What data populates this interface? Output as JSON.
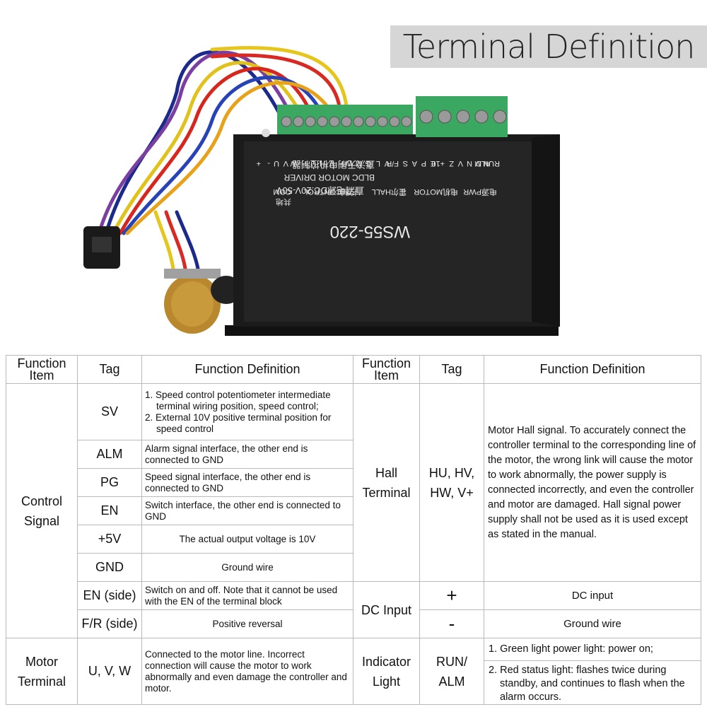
{
  "banner": {
    "title": "Terminal Definition"
  },
  "device": {
    "model": "WS55-220",
    "name_cn": "直流无刷电机控制器",
    "name_en": "BLDC MOTOR DRIVER",
    "power_spec": "直流电源DC:20V-50V",
    "terminal_labels": [
      "RUN",
      "ALM",
      "D",
      "N",
      "V",
      "Z",
      "+10",
      "E",
      "P",
      "A",
      "S",
      "F/R",
      "V",
      "L",
      "G",
      "M",
      "W",
      "H",
      "V",
      "H",
      "U",
      "H",
      "W",
      "V",
      "U",
      "-",
      "+"
    ],
    "group_labels": {
      "com": "COM",
      "com_cn": "共地",
      "control": "控制CONTROL",
      "hall": "霍尔HALL",
      "motor": "电机MOTOR",
      "pwr": "电源PWR"
    }
  },
  "table": {
    "headers": {
      "function_item": "Function Item",
      "tag": "Tag",
      "function_definition": "Function Definition"
    },
    "left": {
      "control_signal": "Control Signal",
      "motor_terminal": "Motor Terminal",
      "rows": [
        {
          "tag": "SV",
          "def": [
            "1. Speed control potentiometer intermediate terminal wiring position, speed control;",
            "2. External 10V positive terminal position for speed control"
          ]
        },
        {
          "tag": "ALM",
          "def": "Alarm signal interface, the other end is connected to GND"
        },
        {
          "tag": "PG",
          "def": "Speed signal interface, the other end is connected to GND"
        },
        {
          "tag": "EN",
          "def": "Switch interface, the other end is connected to GND"
        },
        {
          "tag": "+5V",
          "def": "The actual output voltage is 10V"
        },
        {
          "tag": "GND",
          "def": "Ground wire"
        },
        {
          "tag": "EN (side)",
          "def": "Switch on and off. Note that it cannot be used with the EN of the terminal block"
        },
        {
          "tag": "F/R (side)",
          "def": "Positive reversal"
        },
        {
          "tag": "U, V, W",
          "def": "Connected to the motor line. Incorrect connection will cause the motor to work abnormally and even damage the controller and motor."
        }
      ]
    },
    "right": {
      "hall": {
        "item": "Hall Terminal",
        "tag": "HU, HV, HW, V+",
        "def": "Motor Hall signal. To accurately connect the controller terminal to the corresponding line of the motor, the wrong link will cause the motor to work abnormally, the power supply is connected incorrectly, and even the controller and motor are damaged. Hall signal power supply shall not be used as it is used except as stated in the manual."
      },
      "dc_input": {
        "item": "DC Input",
        "plus_tag": "+",
        "plus_def": "DC input",
        "minus_tag": "-",
        "minus_def": "Ground wire"
      },
      "indicator": {
        "item": "Indicator Light",
        "tag": "RUN/ ALM",
        "def1": "1. Green light power light: power on;",
        "def2": "2. Red status light: flashes twice during standby, and continues to flash when the alarm occurs."
      }
    }
  },
  "colors": {
    "banner_bg": "#d6d6d6",
    "terminal_green": "#3aa860",
    "driver_body": "#1b1b1b",
    "table_border": "#b9b9b9"
  }
}
